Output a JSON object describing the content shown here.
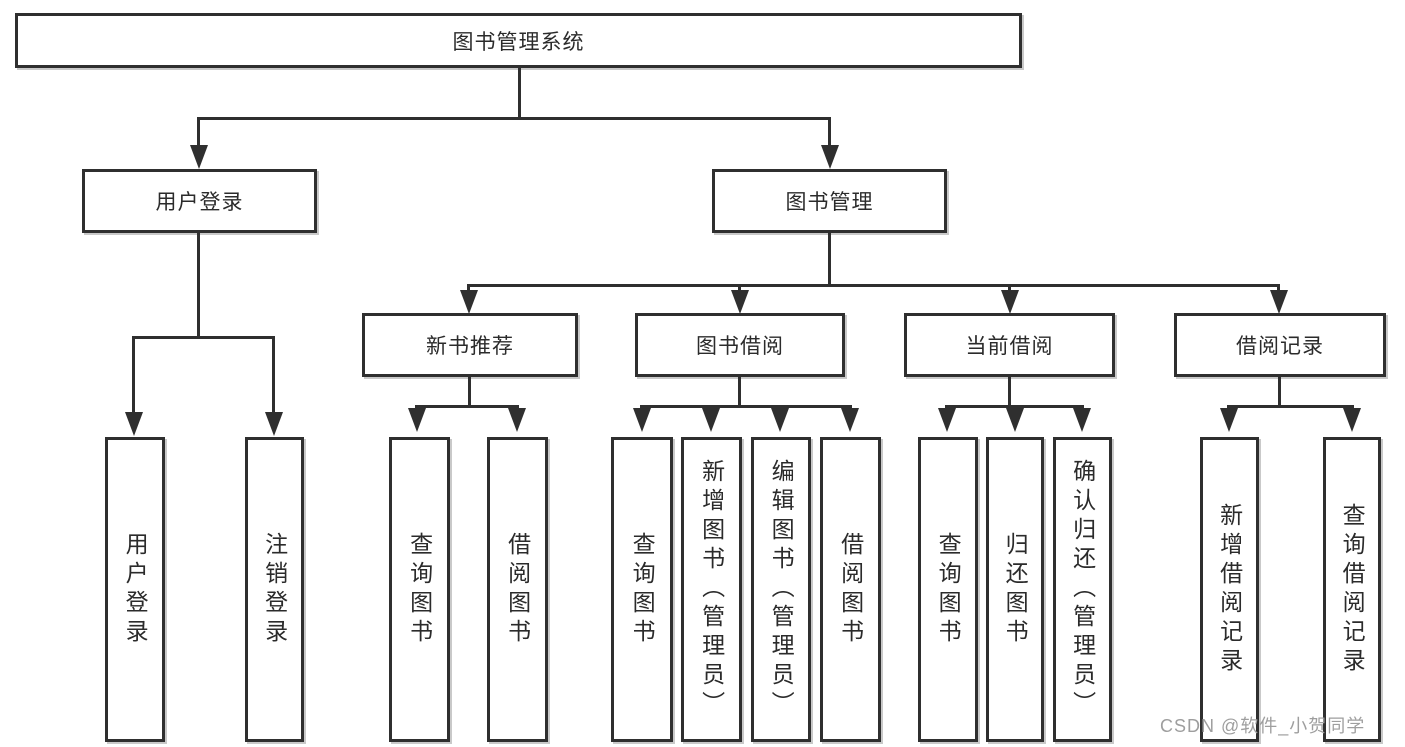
{
  "chart": {
    "type": "org-tree-diagram",
    "root": "图书管理系统",
    "branches": [
      {
        "label": "用户登录",
        "children": [
          "用户登录",
          "注销登录"
        ]
      },
      {
        "label": "图书管理",
        "groups": [
          {
            "label": "新书推荐",
            "children": [
              "查询图书",
              "借阅图书"
            ]
          },
          {
            "label": "图书借阅",
            "children": [
              "查询图书",
              "新增图书（管理员）",
              "编辑图书（管理员）",
              "借阅图书"
            ]
          },
          {
            "label": "当前借阅",
            "children": [
              "查询图书",
              "归还图书",
              "确认归还（管理员）"
            ]
          },
          {
            "label": "借阅记录",
            "children": [
              "新增借阅记录",
              "查询借阅记录"
            ]
          }
        ]
      }
    ]
  },
  "watermark": "CSDN @软件_小贺同学",
  "colors": {
    "line": "#2f2f2f",
    "text": "#2b2b2b",
    "box_background": "#ffffff",
    "shadow": "#c9c9c9",
    "watermark": "#9e9e9e",
    "background": "#ffffff"
  }
}
